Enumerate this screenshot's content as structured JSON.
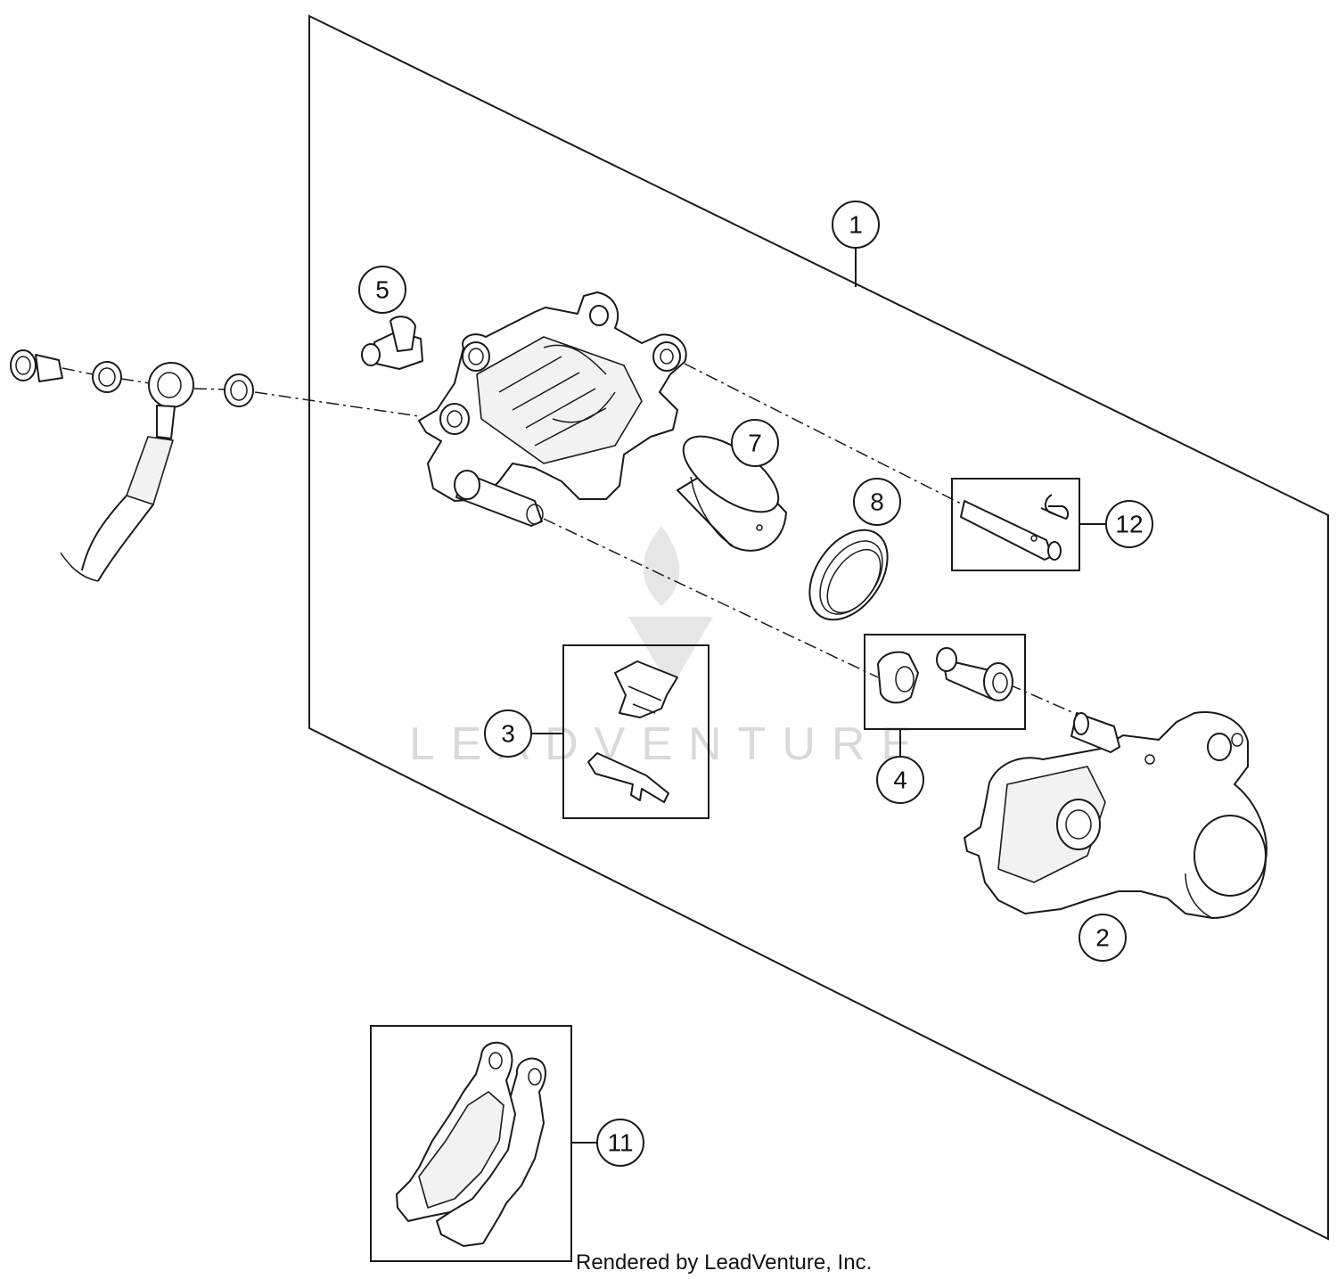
{
  "diagram": {
    "callouts": {
      "c1": "1",
      "c2": "2",
      "c3": "3",
      "c4": "4",
      "c5": "5",
      "c7": "7",
      "c8": "8",
      "c11": "11",
      "c12": "12"
    },
    "watermark": "LEADVENTURE",
    "footer": "Rendered by LeadVenture, Inc."
  }
}
